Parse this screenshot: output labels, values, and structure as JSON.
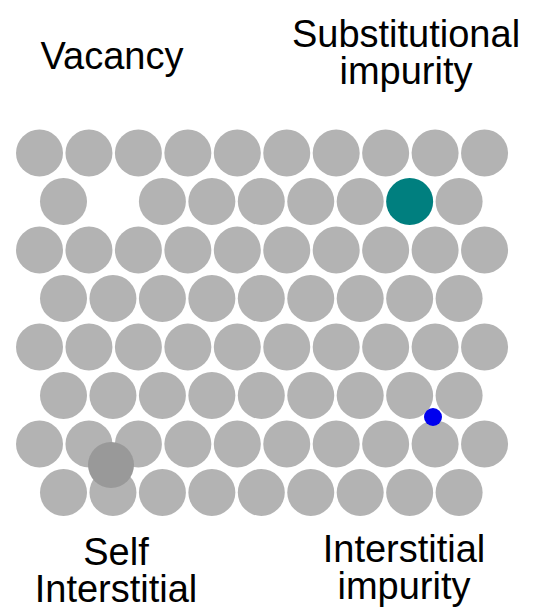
{
  "diagram": {
    "labels": [
      "Vacancy",
      "Substitutional impurity",
      "Self Interstitial",
      "Interstitial impurity"
    ]
  }
}
